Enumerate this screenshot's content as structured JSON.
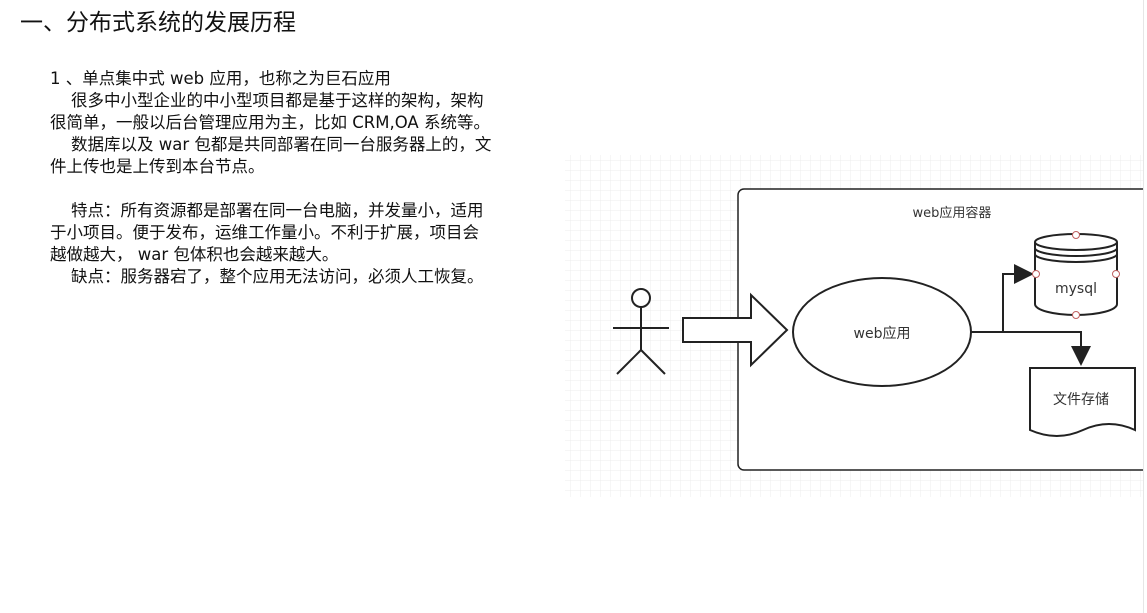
{
  "heading": "一、分布式系统的发展历程",
  "section": {
    "title": "1 、单点集中式 web 应用，也称之为巨石应用",
    "lines": [
      "很多中小型企业的中小型项目都是基于这样的架构，架构",
      "很简单，一般以后台管理应用为主，比如 CRM,OA 系统等。",
      "数据库以及 war 包都是共同部署在同一台服务器上的，文",
      "件上传也是上传到本台节点。",
      "特点：所有资源都是部署在同一台电脑，并发量小，适用",
      "于小项目。便于发布，运维工作量小。不利于扩展，项目会",
      "越做越大， war 包体积也会越来越大。",
      "缺点：服务器宕了，整个应用无法访问，必须人工恢复。"
    ]
  },
  "diagram": {
    "container_label": "web应用容器",
    "app_label": "web应用",
    "db_label": "mysql",
    "storage_label": "文件存储"
  }
}
